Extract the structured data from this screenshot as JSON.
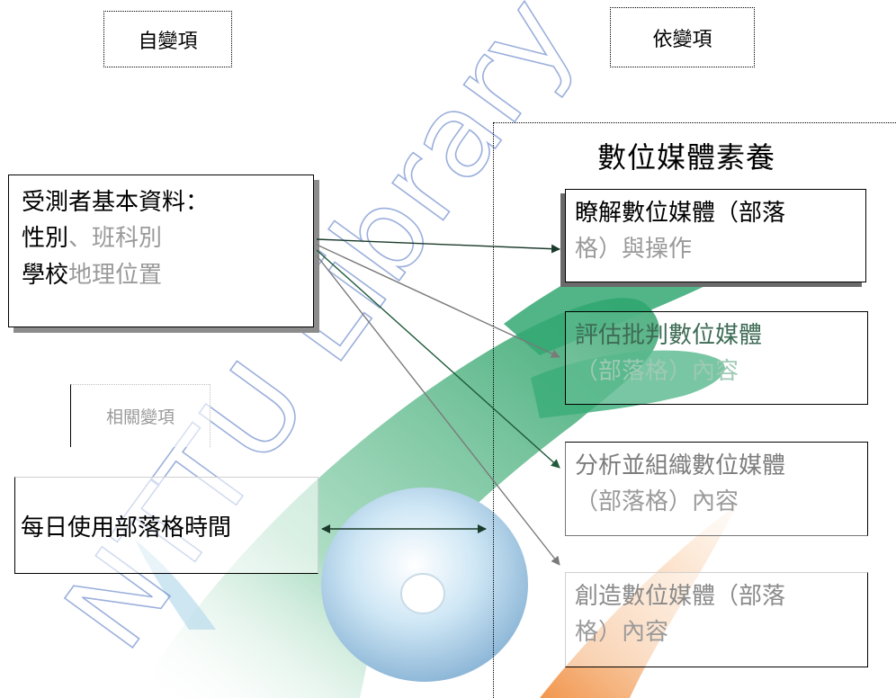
{
  "headers": {
    "independent": "自變項",
    "dependent": "依變項"
  },
  "dependent_group_title": "數位媒體素養",
  "demographics": {
    "line1": "受測者基本資料：",
    "line2_a": "性別",
    "line2_b": "、班科別",
    "line3_a": "學校",
    "line3_b": "地理位置"
  },
  "related_variable_label": "相關變項",
  "usage_time": "每日使用部落格時間",
  "outcomes": [
    {
      "line1": "瞭解數位媒體（部落",
      "line2": "格）與操作"
    },
    {
      "line1": "評估批判數位媒體",
      "line2": "（部落格）內容"
    },
    {
      "line1": "分析並組織數位媒體",
      "line2": "（部落格）內容"
    },
    {
      "line1": "創造數位媒體（部落",
      "line2": "格）內容"
    }
  ],
  "watermark_text": "NTTU Library",
  "colors": {
    "arrow_dark": "#1a3a2a",
    "arrow_grey": "#7a7a7a",
    "arrow_green": "#1f5a3a",
    "watermark_green": "#2fa36b",
    "watermark_orange": "#f2994a",
    "watermark_blue": "#4a6fc0"
  }
}
